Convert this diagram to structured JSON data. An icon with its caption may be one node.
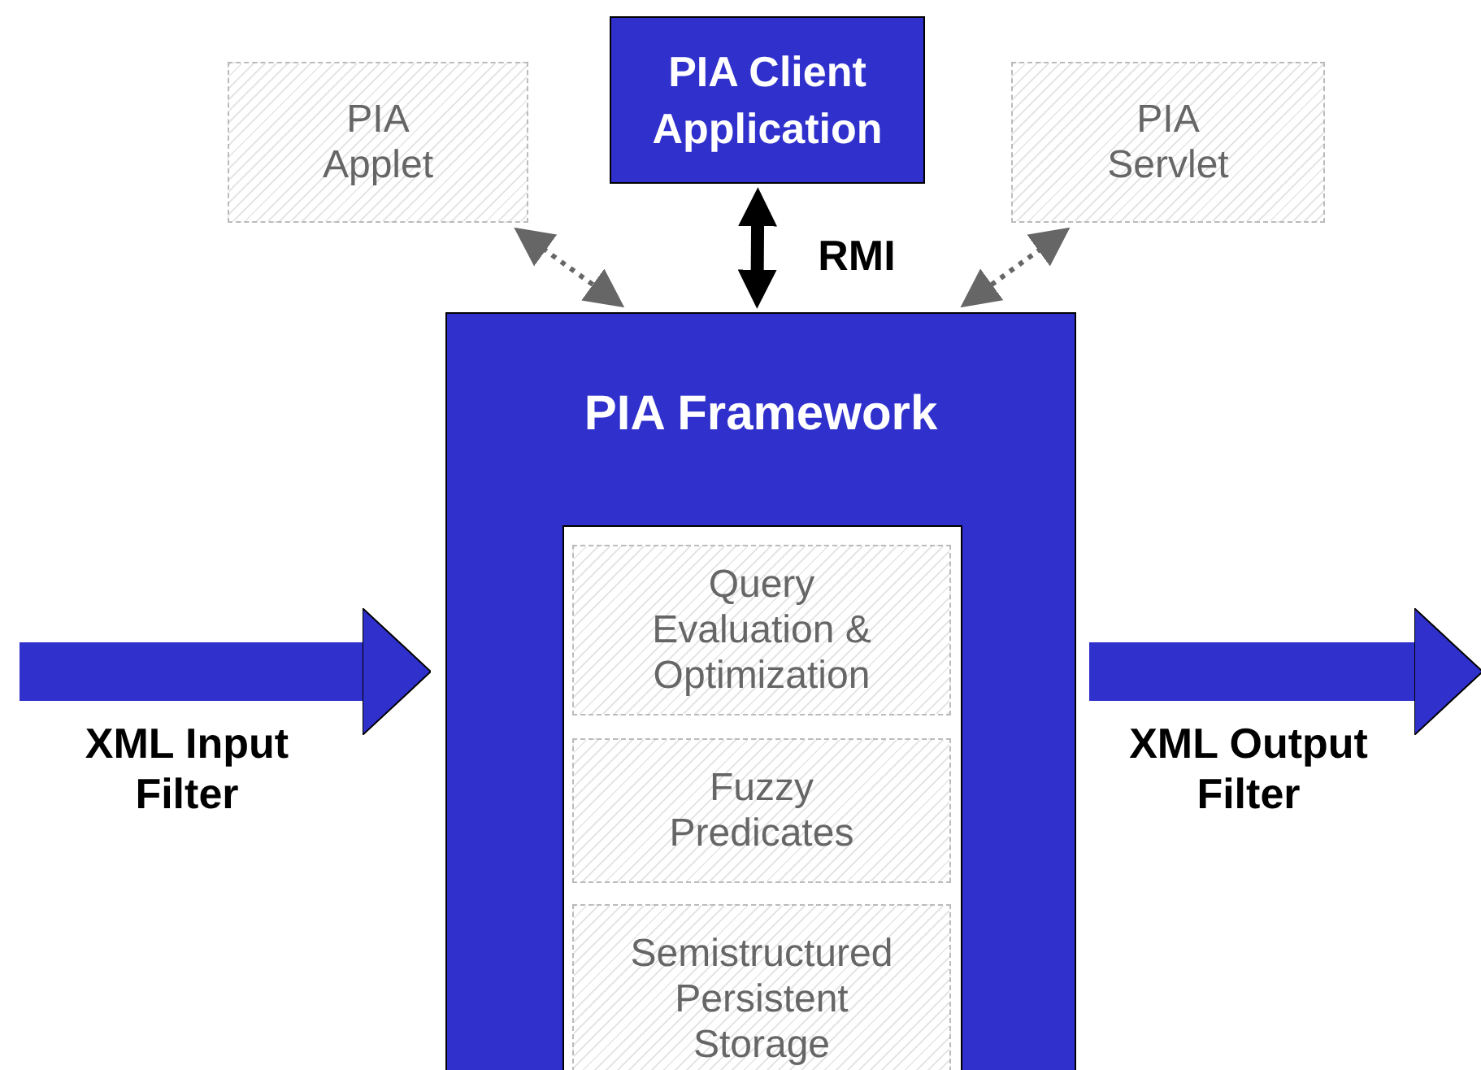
{
  "diagram": {
    "nodes": [
      {
        "text": [
          "PIA Applet"
        ]
      },
      {
        "text": [
          "PIA Client Application"
        ]
      },
      {
        "text": [
          "PIA Servlet"
        ]
      },
      {
        "text": [
          "PIA Framework"
        ]
      },
      {
        "text": [],
        "shape": "box",
        "in": 3
      },
      {
        "text": [
          "Query Evaluation & Optimization"
        ],
        "in": 4
      },
      {
        "text": [
          "Fuzzy Predicates"
        ],
        "in": 4
      },
      {
        "text": [
          "Semistructured Persistent Storage"
        ],
        "in": 4
      }
    ],
    "edges": [
      {
        "from": 0,
        "to": 3,
        "arrow": "both",
        "style": "dashed"
      },
      {
        "from": 1,
        "to": 3,
        "arrow": "both",
        "label": "RMI",
        "color": "#000000"
      },
      {
        "from": 2,
        "to": 3,
        "arrow": "both",
        "style": "dashed"
      },
      {
        "from": null,
        "to": 3,
        "arrow": "to",
        "label": "XML Input Filter",
        "style": "thick",
        "color": "#3030cc"
      },
      {
        "from": 3,
        "to": null,
        "arrow": "to",
        "label": "XML Output Filter",
        "style": "thick",
        "color": "#3030cc"
      }
    ]
  }
}
